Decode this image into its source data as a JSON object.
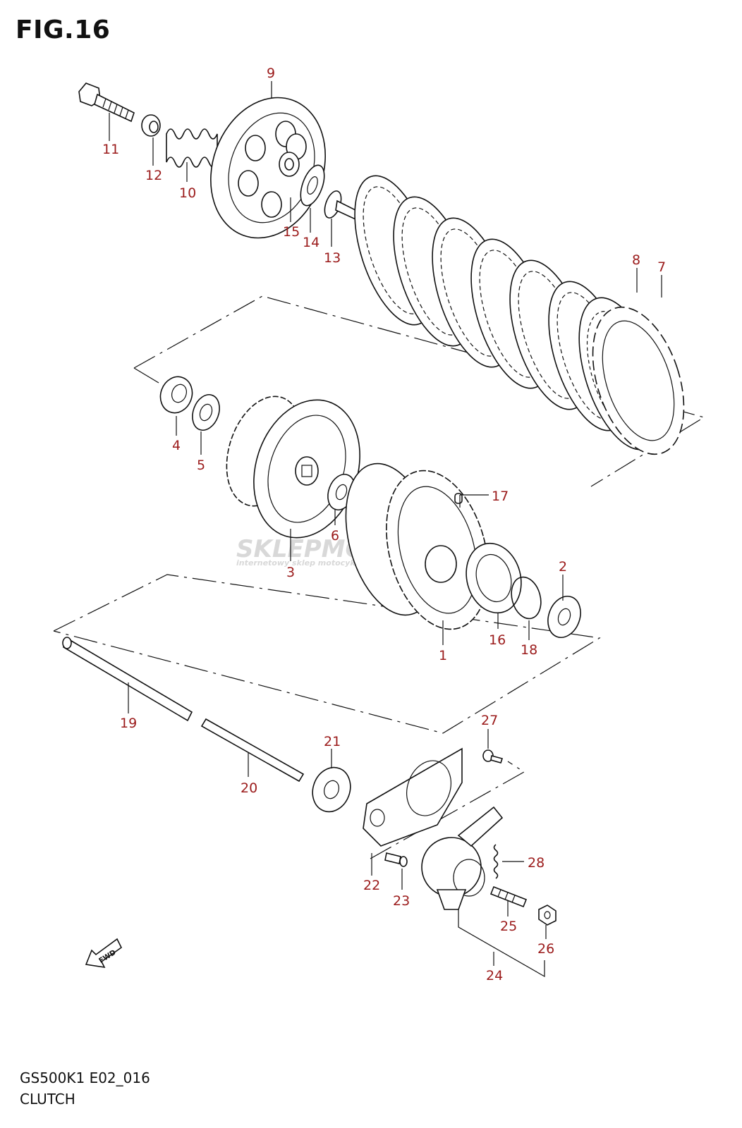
{
  "header": {
    "figure_title": "FIG.16"
  },
  "footer": {
    "model_code": "GS500K1  E02_016",
    "section_name": "CLUTCH"
  },
  "watermark": {
    "brand": "SKLEPMOTO",
    "tagline": "internetowy sklep motocyklowy"
  },
  "fwd_label": "FWD",
  "callouts": {
    "p1": "1",
    "p2": "2",
    "p3": "3",
    "p4": "4",
    "p5": "5",
    "p6": "6",
    "p7": "7",
    "p8": "8",
    "p9": "9",
    "p10": "10",
    "p11": "11",
    "p12": "12",
    "p13": "13",
    "p14": "14",
    "p15": "15",
    "p16": "16",
    "p17": "17",
    "p18": "18",
    "p19": "19",
    "p20": "20",
    "p21": "21",
    "p22": "22",
    "p23": "23",
    "p24": "24",
    "p25": "25",
    "p26": "26",
    "p27": "27",
    "p28": "28"
  },
  "colors": {
    "callout": "#9b1b1b",
    "line": "#111111",
    "watermark": "#c8c8c8",
    "watermark_accent": "#e3a3a3"
  }
}
